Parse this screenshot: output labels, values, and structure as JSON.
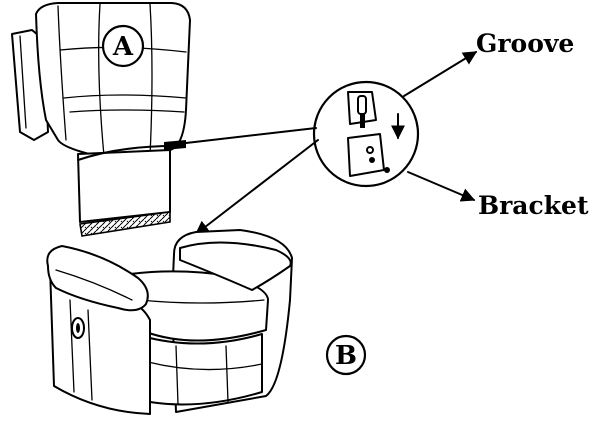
{
  "labels": {
    "part_a": "A",
    "part_b": "B",
    "groove": "Groove",
    "bracket": "Bracket"
  }
}
